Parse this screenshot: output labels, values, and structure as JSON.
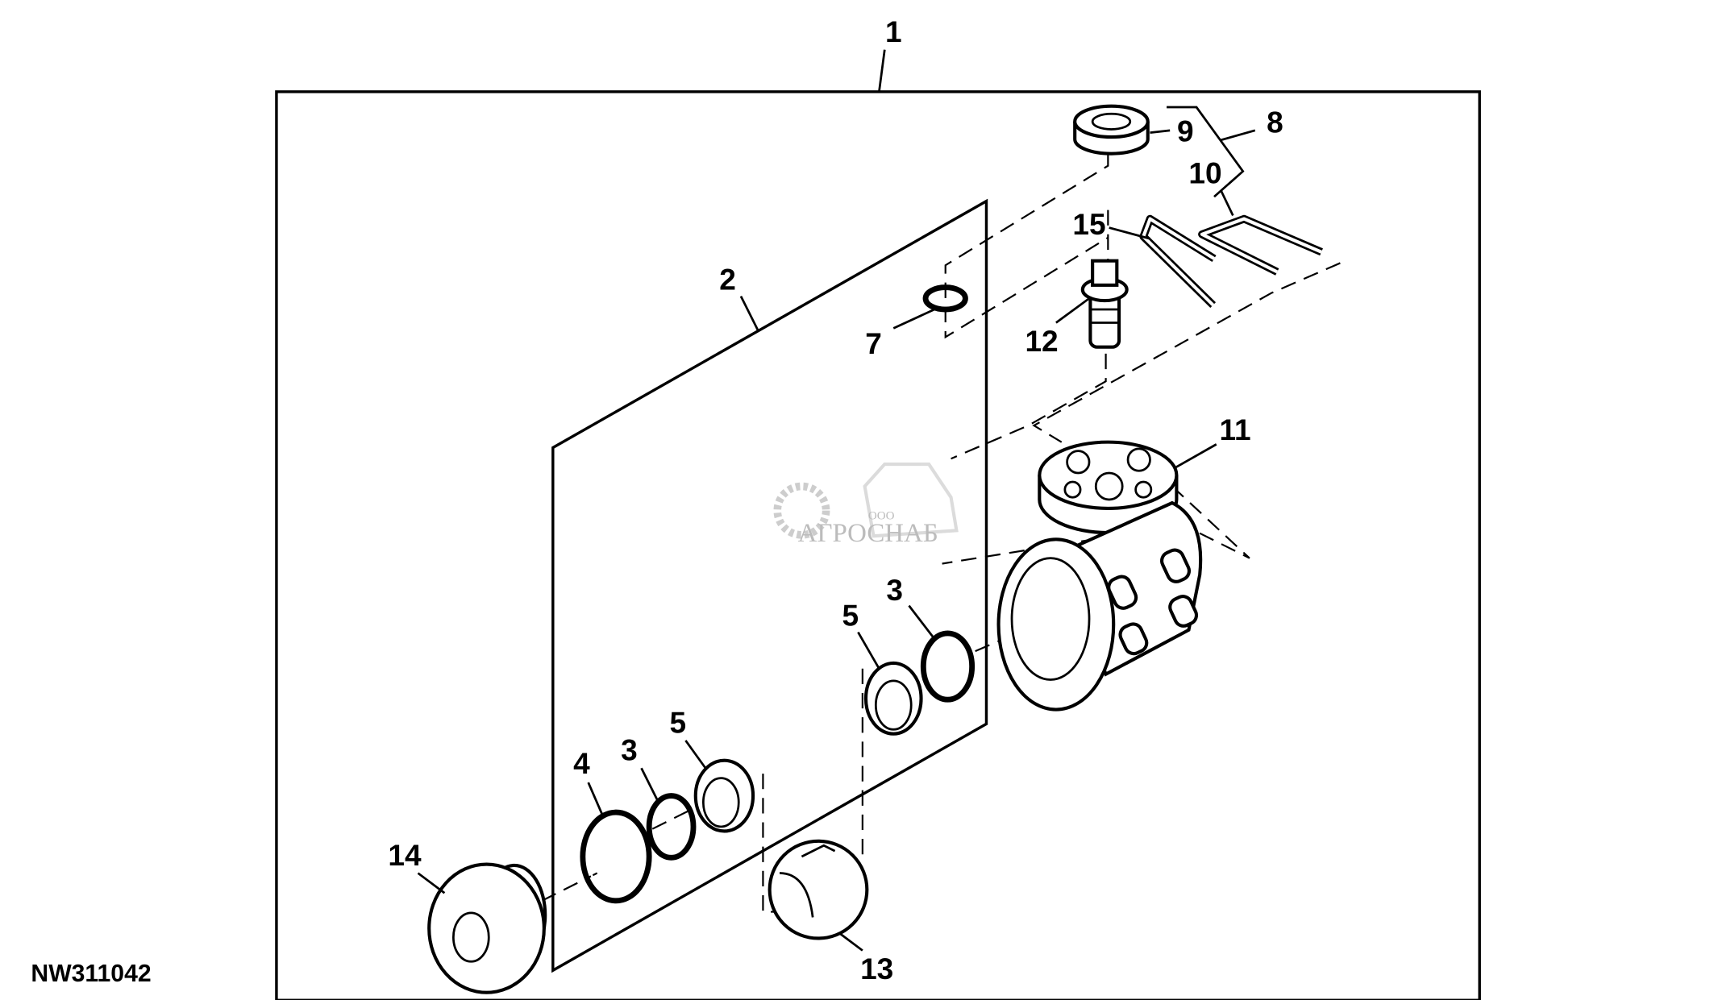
{
  "figure_code": "NW311042",
  "watermark": {
    "prefix": "ООО",
    "name": "АГРОСНАБ"
  },
  "callouts": {
    "c1": "1",
    "c2": "2",
    "c3a": "3",
    "c3b": "3",
    "c4": "4",
    "c5a": "5",
    "c5b": "5",
    "c7": "7",
    "c8": "8",
    "c9": "9",
    "c10": "10",
    "c11": "11",
    "c12": "12",
    "c13": "13",
    "c14": "14",
    "c15": "15"
  }
}
